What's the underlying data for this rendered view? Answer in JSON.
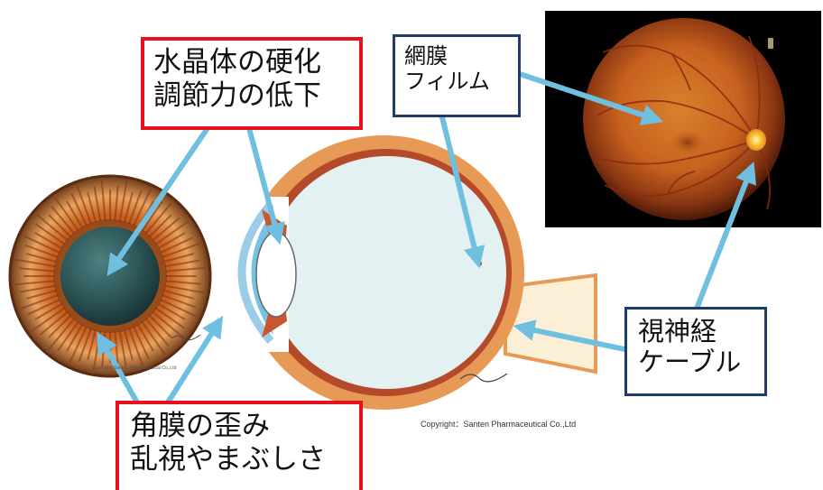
{
  "labels": {
    "lens": {
      "line1": "水晶体の硬化",
      "line2": "調節力の低下"
    },
    "retina": {
      "line1": "網膜",
      "line2": "フィルム"
    },
    "optic_nerve": {
      "line1": "視神経",
      "line2": "ケーブル"
    },
    "cornea": {
      "line1": "角膜の歪み",
      "line2": "乱視やまぶしさ"
    }
  },
  "copyright": {
    "eye": "Copyright：Santen Pharmaceutical Co.,Ltd",
    "iris": "Copyright: Santen Pharmaceutical Co.,Ltd"
  },
  "colors": {
    "arrow": "#6fbfe0",
    "red_border": "#e8121f",
    "navy_border": "#1f3c66",
    "iris_orange": "#d9772c",
    "pupil": "#2f5a5c",
    "sclera_orange": "#e79a55",
    "vitreous": "#e4f1f2",
    "fundus_orange": "#d8812c"
  }
}
